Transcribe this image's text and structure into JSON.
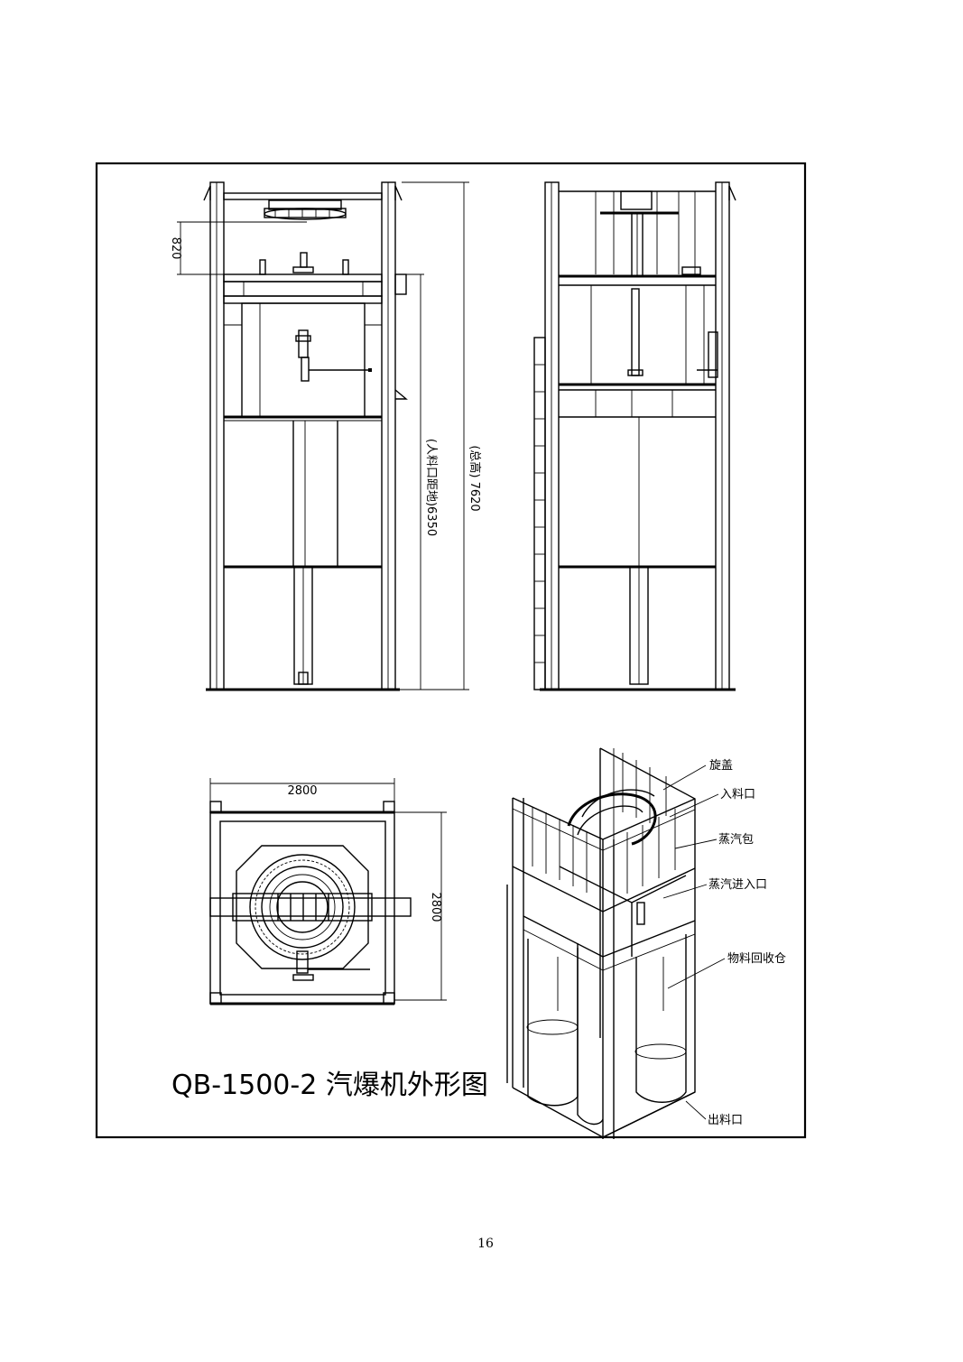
{
  "figure": {
    "title": "QB-1500-2 汽爆机外形图",
    "page_number": "16"
  },
  "dimensions": {
    "front_top_gap": "820",
    "front_inner_height": "(人料口距地)6350",
    "front_total_height": "(总高) 7620",
    "plan_width": "2800",
    "plan_depth": "2800"
  },
  "callouts": {
    "c1": "旋盖",
    "c2": "入料口",
    "c3": "蒸汽包",
    "c4": "蒸汽进入口",
    "c5": "物料回收仓",
    "c6": "出料口"
  }
}
